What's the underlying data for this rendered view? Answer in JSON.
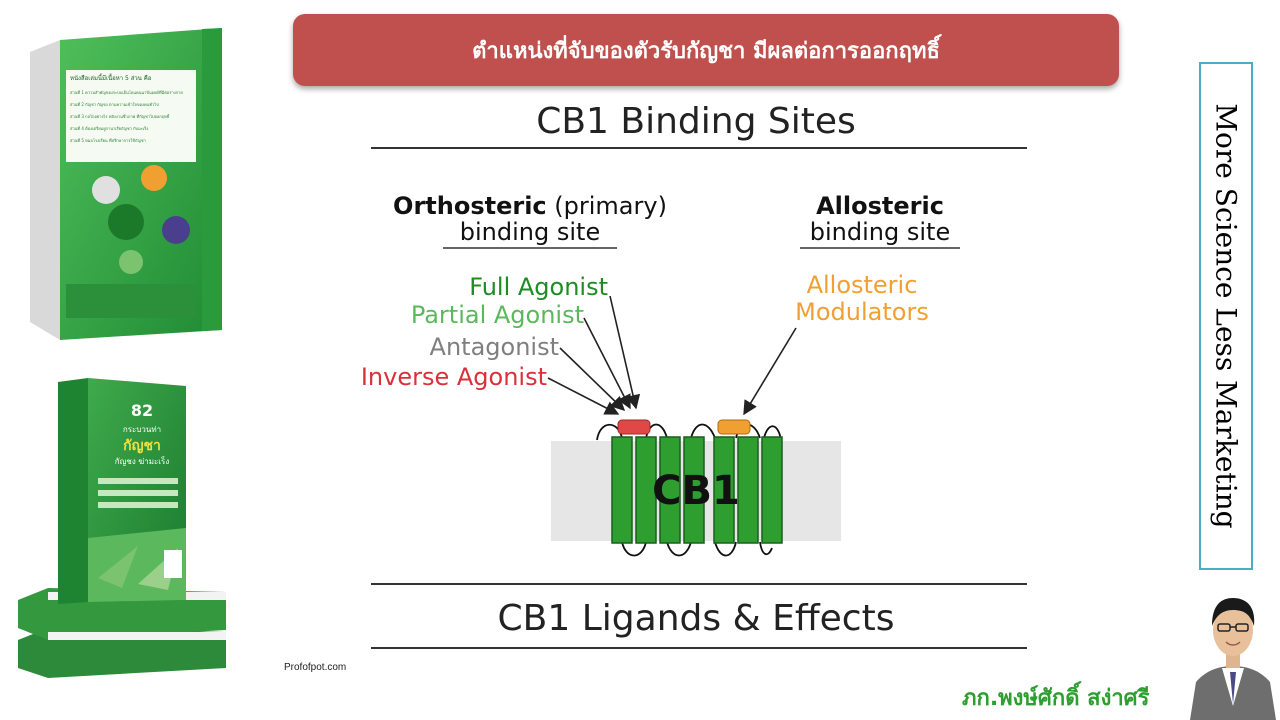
{
  "banner": {
    "title": "ตำแหน่งที่จับของตัวรับกัญชา มีผลต่อการออกฤทธิ์"
  },
  "diagram": {
    "heading_top": "CB1 Binding Sites",
    "heading_bottom": "CB1 Ligands & Effects",
    "orthosteric": {
      "bold": "Orthosteric",
      "normal": " (primary)",
      "line2": "binding site"
    },
    "allosteric": {
      "line1": "Allosteric",
      "line2": "binding site"
    },
    "ligands": [
      {
        "label": "Full Agonist",
        "color": "#1e8c24"
      },
      {
        "label": "Partial Agonist",
        "color": "#5cb85c"
      },
      {
        "label": "Antagonist",
        "color": "#7f7f7f"
      },
      {
        "label": "Inverse Agonist",
        "color": "#d9303a"
      }
    ],
    "modulators": {
      "line1": "Allosteric",
      "line2": "Modulators",
      "color": "#f0a030"
    },
    "receptor_label": "CB1"
  },
  "side": {
    "vertical_text": "More Science Less Marketing"
  },
  "footer": {
    "source": "Profofpot.com",
    "author": "ภก.พงษ์ศักดิ์ สง่าศรี"
  },
  "books": {
    "top": {
      "heading": "หนังสือเล่มนี้มีเนื้อหา 5 ส่วน คือ",
      "sections": [
        "ส่วนที่ 1 ความสำคัญของระบบเอ็นโดแคนนาบินอยด์ที่มีต่อร่างกาย",
        "ส่วนที่ 2 กัญชา กัญชง ตามความเข้าใจของคนทั่วไป",
        "ส่วนที่ 3 กลไกอย่างไร พลังงานชีวภาพ ที่กัญชาไปออกฤทธิ์",
        "ส่วนที่ 4 ต้องเตรียมยูกานาเรียกัญชา กับมะเร็ง",
        "ส่วนที่ 5 หมอโรงเรียน ที่ปรึกษาการใช้กัญชา"
      ]
    },
    "bottom": {
      "number": "82",
      "line1": "กระบวนท่า",
      "line2": "กัญชา",
      "line3": "กัญชง ฆ่ามะเร็ง"
    }
  },
  "colors": {
    "banner": "#c0504d",
    "vertical_border": "#4bacc6",
    "receptor_green": "#2e9e30",
    "membrane": "#e6e6e6",
    "ortho_site": "#e04848",
    "allo_site": "#f0a030"
  }
}
